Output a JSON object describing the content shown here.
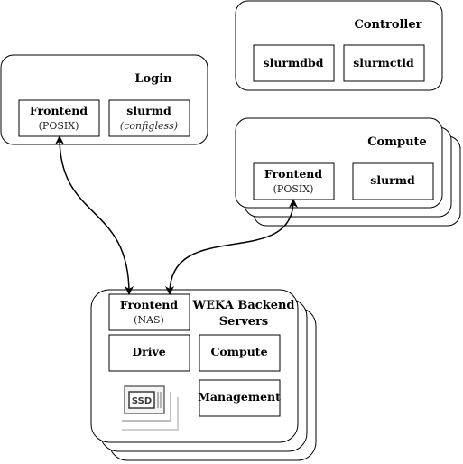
{
  "login": {
    "title": "Login",
    "frontend": {
      "title": "Frontend",
      "sub": "(POSIX)"
    },
    "slurmd": {
      "title": "slurmd",
      "sub": "(configless)"
    }
  },
  "controller": {
    "title": "Controller",
    "slurmdbd": "slurmdbd",
    "slurmctld": "slurmctld"
  },
  "compute": {
    "title": "Compute",
    "frontend": {
      "title": "Frontend",
      "sub": "(POSIX)"
    },
    "slurmd": "slurmd"
  },
  "weka": {
    "title_line1": "WEKA Backend",
    "title_line2": "Servers",
    "frontend": {
      "title": "Frontend",
      "sub": "(NAS)"
    },
    "drive": "Drive",
    "compute": "Compute",
    "management": "Management",
    "ssd_label": "SSD"
  },
  "colors": {
    "stroke": "#000000",
    "fill": "#ffffff",
    "ssd_icon": "#555555"
  }
}
